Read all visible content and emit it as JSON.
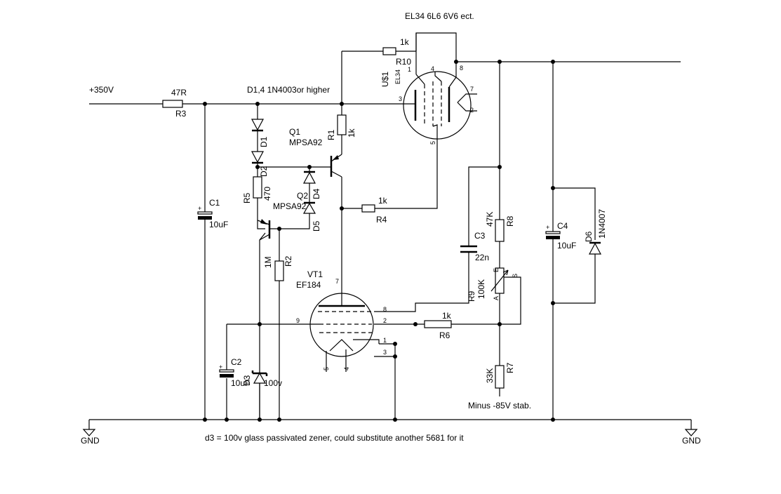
{
  "supply_label": "+350V",
  "gnd_left": "GND",
  "gnd_right": "GND",
  "note_bottom": "d3 = 100v glass passivated zener, could substitute another 5681 for it",
  "note_minus": "Minus -85V stab.",
  "tube_type_note": "EL34 6L6 6V6 ect.",
  "diode_note": "D1,4 1N4003or higher",
  "R3": {
    "name": "R3",
    "value": "47R"
  },
  "R10": {
    "name": "R10",
    "value": "1k"
  },
  "R1": {
    "name": "R1",
    "value": "1k"
  },
  "R4": {
    "name": "R4",
    "value": "1k"
  },
  "R5": {
    "name": "R5",
    "value": "470"
  },
  "R2": {
    "name": "R2",
    "value": "1M"
  },
  "R6": {
    "name": "R6",
    "value": "1k"
  },
  "R7": {
    "name": "R7",
    "value": "33K"
  },
  "R8": {
    "name": "R8",
    "value": "47K"
  },
  "R9": {
    "name": "R9",
    "value": "100K",
    "pin_a": "A",
    "pin_e": "E",
    "pin_s": "S"
  },
  "C1": {
    "name": "C1",
    "value": "10uF"
  },
  "C2": {
    "name": "C2",
    "value": "10uF"
  },
  "C3": {
    "name": "C3",
    "value": "22n"
  },
  "C4": {
    "name": "C4",
    "value": "10uF"
  },
  "D1": "D1",
  "D2": "D2",
  "D4": "D4",
  "D5": "D5",
  "D3": {
    "name": "D3",
    "value": "100v"
  },
  "D6": {
    "name": "D6",
    "value": "1N4007"
  },
  "Q1": {
    "name": "Q1",
    "value": "MPSA92"
  },
  "Q2": {
    "name": "Q2",
    "value": "MPSA92"
  },
  "VT1": {
    "name": "VT1",
    "value": "EF184",
    "pins": [
      "7",
      "8",
      "2",
      "9",
      "1",
      "3",
      "5",
      "4"
    ]
  },
  "U1": {
    "name": "U$1",
    "value": "EL34",
    "pins": [
      "1",
      "4",
      "8",
      "3",
      "7",
      "2",
      "5"
    ]
  }
}
